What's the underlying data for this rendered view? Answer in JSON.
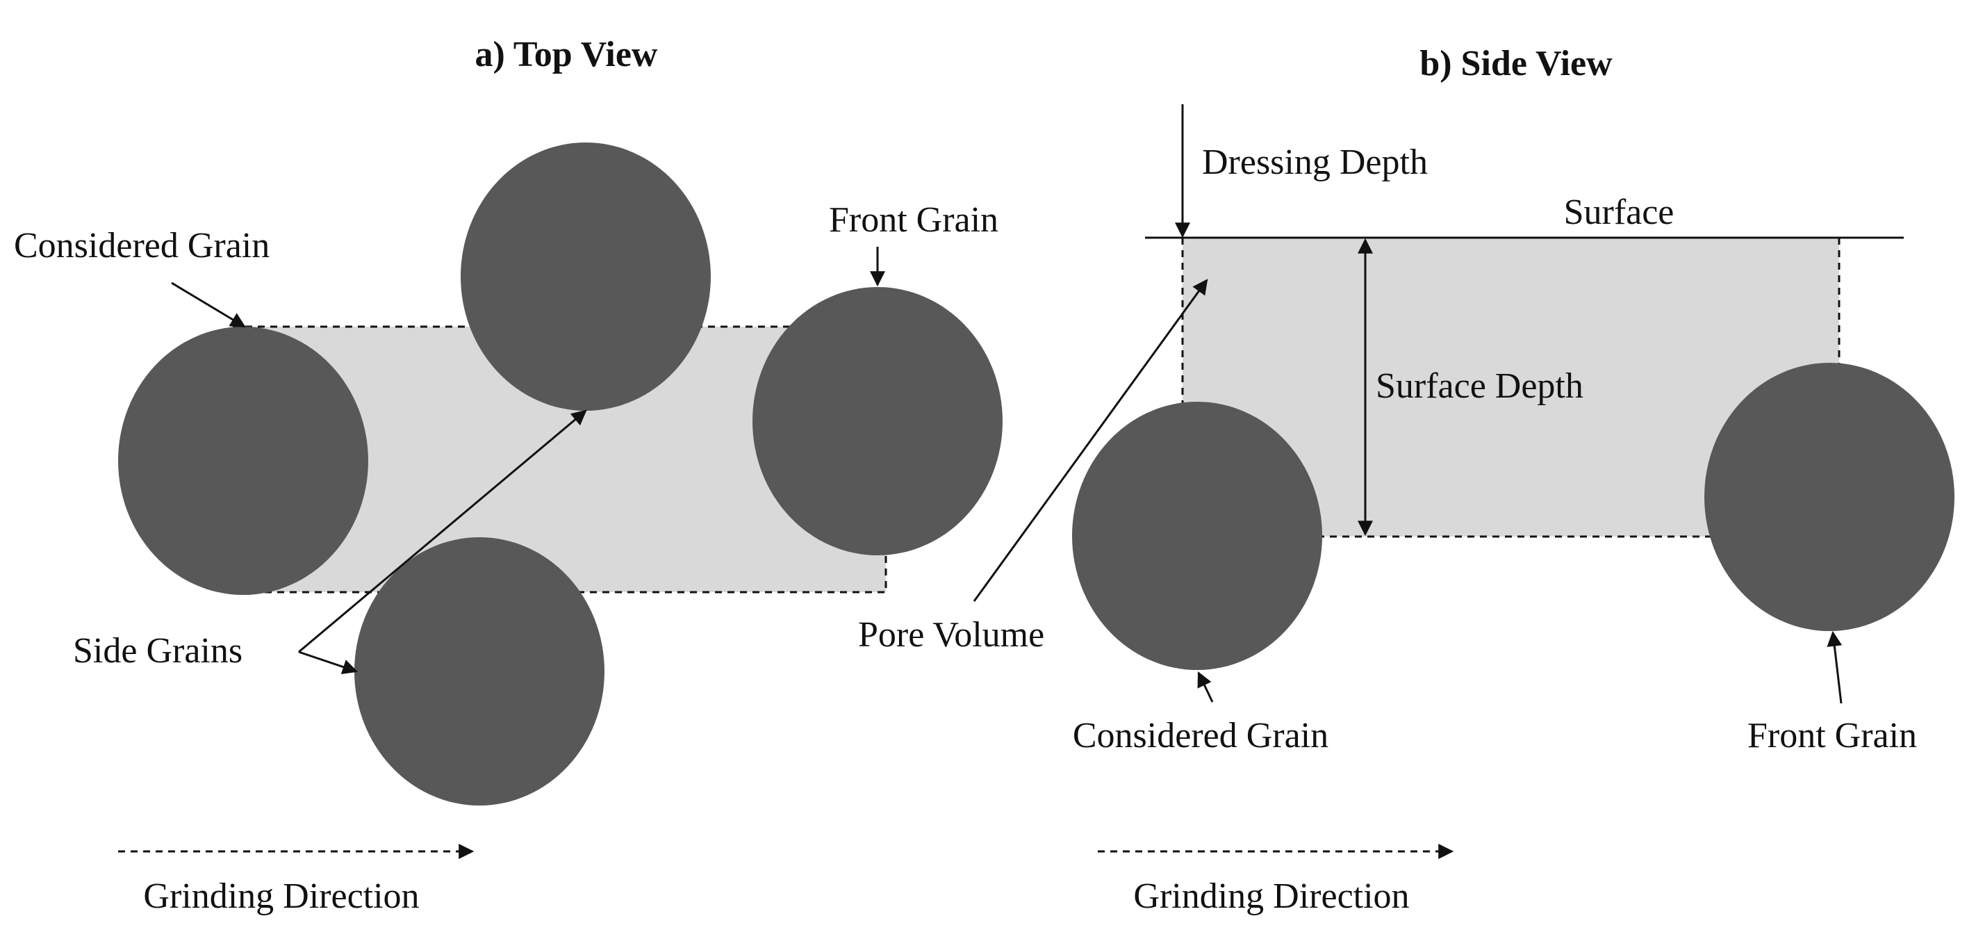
{
  "colors": {
    "grain": "#585858",
    "pore_fill": "#d9d9d9",
    "line": "#111111",
    "background": "#ffffff"
  },
  "top_view": {
    "title": "a) Top View",
    "labels": {
      "considered_grain": "Considered Grain",
      "front_grain": "Front Grain",
      "side_grains": "Side Grains",
      "grinding_direction": "Grinding Direction"
    }
  },
  "side_view": {
    "title": "b) Side View",
    "labels": {
      "dressing_depth": "Dressing Depth",
      "surface": "Surface",
      "surface_depth": "Surface Depth",
      "pore_volume": "Pore Volume",
      "considered_grain": "Considered Grain",
      "front_grain": "Front Grain",
      "grinding_direction": "Grinding Direction"
    }
  }
}
